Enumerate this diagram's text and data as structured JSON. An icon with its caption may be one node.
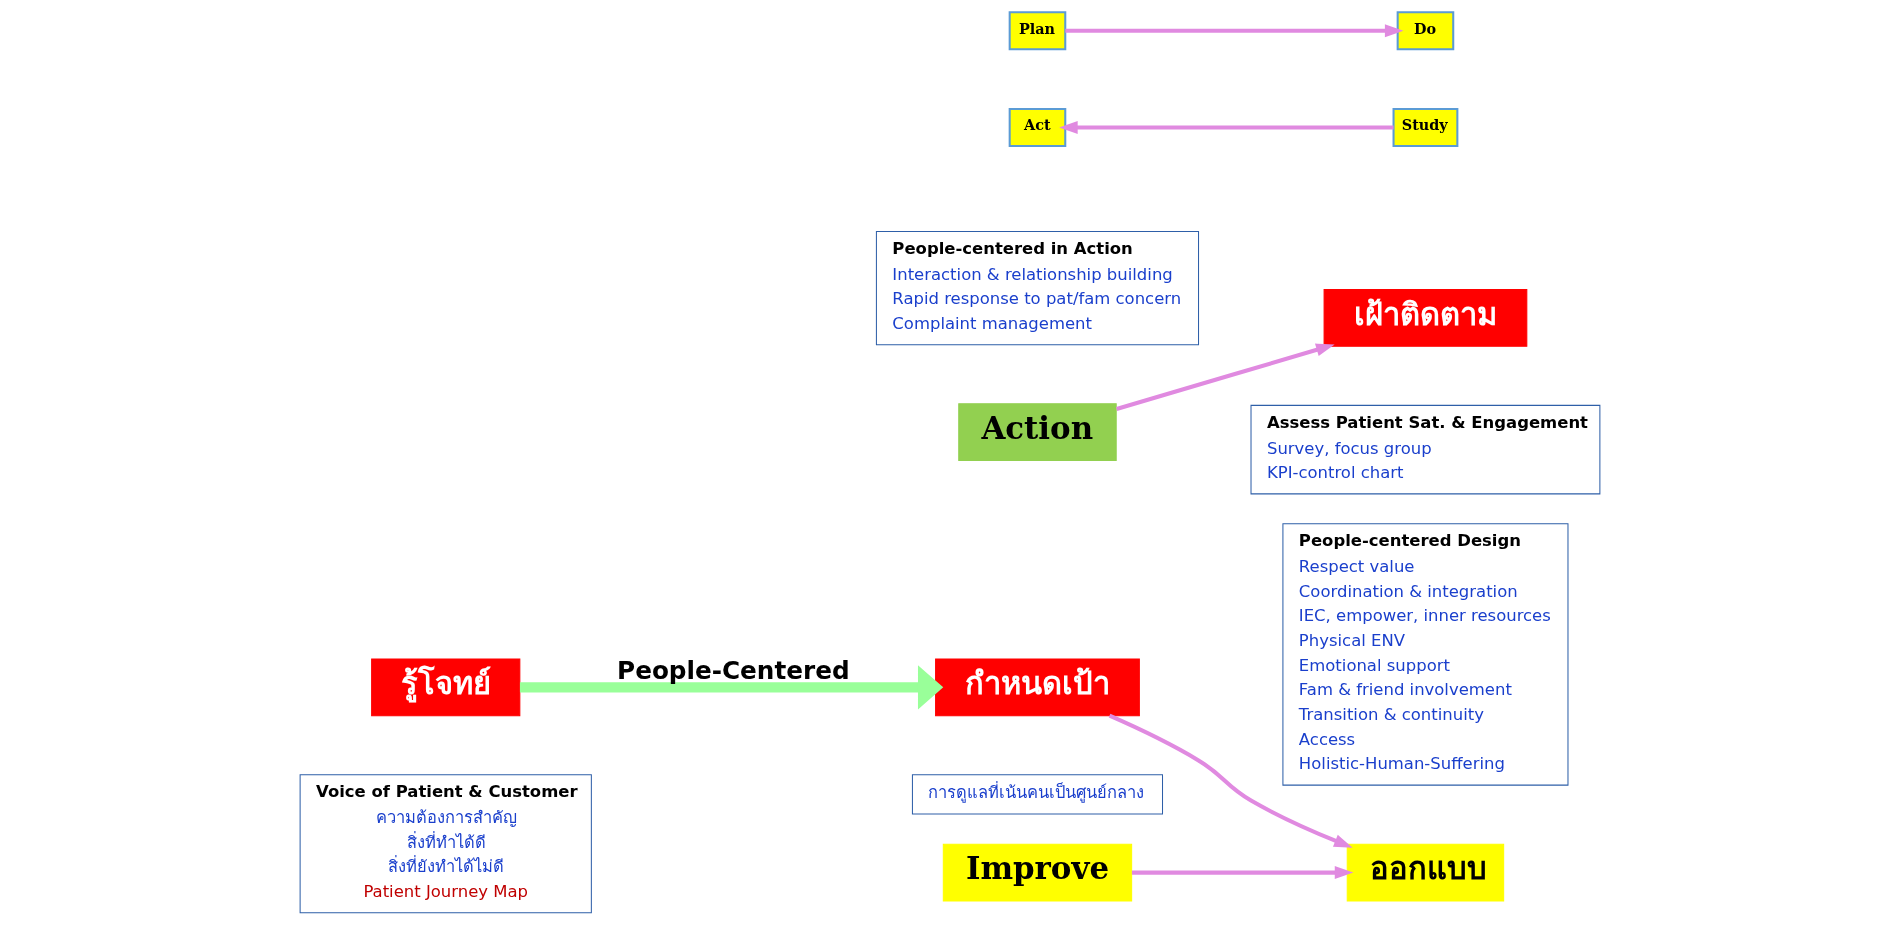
{
  "diagram": {
    "nodes": [
      {
        "text": [
          "รู้โจทย์"
        ]
      },
      {
        "text": [
          "Voice of Patient & Customer",
          "ความต้องการสำคัญ",
          "สิ่งที่ทำได้ดี",
          "สิ่งที่ยังทำได้ไม่ดี",
          "Patient Journey Map"
        ]
      },
      {
        "text": [
          "กำหนดเป้า"
        ]
      },
      {
        "text": [
          "การดูแลที่เน้นคนเป็นศูนย์กลาง"
        ]
      },
      {
        "text": [
          "ออกแบบ"
        ]
      },
      {
        "text": [
          "People-centered Design",
          "Respect value",
          "Coordination & integration",
          "IEC, empower, inner resources",
          "Physical ENV",
          "Emotional support",
          "Fam & friend involvement",
          "Transition & continuity",
          "Access",
          "Holistic-Human-Suffering"
        ]
      },
      {
        "text": [
          "Action"
        ]
      },
      {
        "text": [
          "People-centered in Action",
          "Interaction & relationship building",
          "Rapid response to pat/fam concern",
          "Complaint management"
        ]
      },
      {
        "text": [
          "เฝ้าติดตาม"
        ]
      },
      {
        "text": [
          "Assess Patient Sat. & Engagement",
          "Survey, focus group",
          "KPI-control chart"
        ]
      },
      {
        "text": [
          "Improve"
        ]
      },
      {
        "text": [
          "Plan"
        ]
      },
      {
        "text": [
          "Do"
        ]
      },
      {
        "text": [
          "Study"
        ]
      },
      {
        "text": [
          "Act"
        ]
      }
    ],
    "edges": [
      {
        "from": 0,
        "to": 2,
        "arrow": "to",
        "label": "People-Centered",
        "style": "thick",
        "color": "#99ff99"
      },
      {
        "from": 2,
        "to": 4,
        "arrow": "to"
      },
      {
        "from": 6,
        "to": 8,
        "arrow": "to"
      },
      {
        "from": 10,
        "to": 4,
        "arrow": "to"
      },
      {
        "from": 11,
        "to": 12,
        "arrow": "to"
      },
      {
        "from": 13,
        "to": 14,
        "arrow": "to"
      }
    ]
  }
}
